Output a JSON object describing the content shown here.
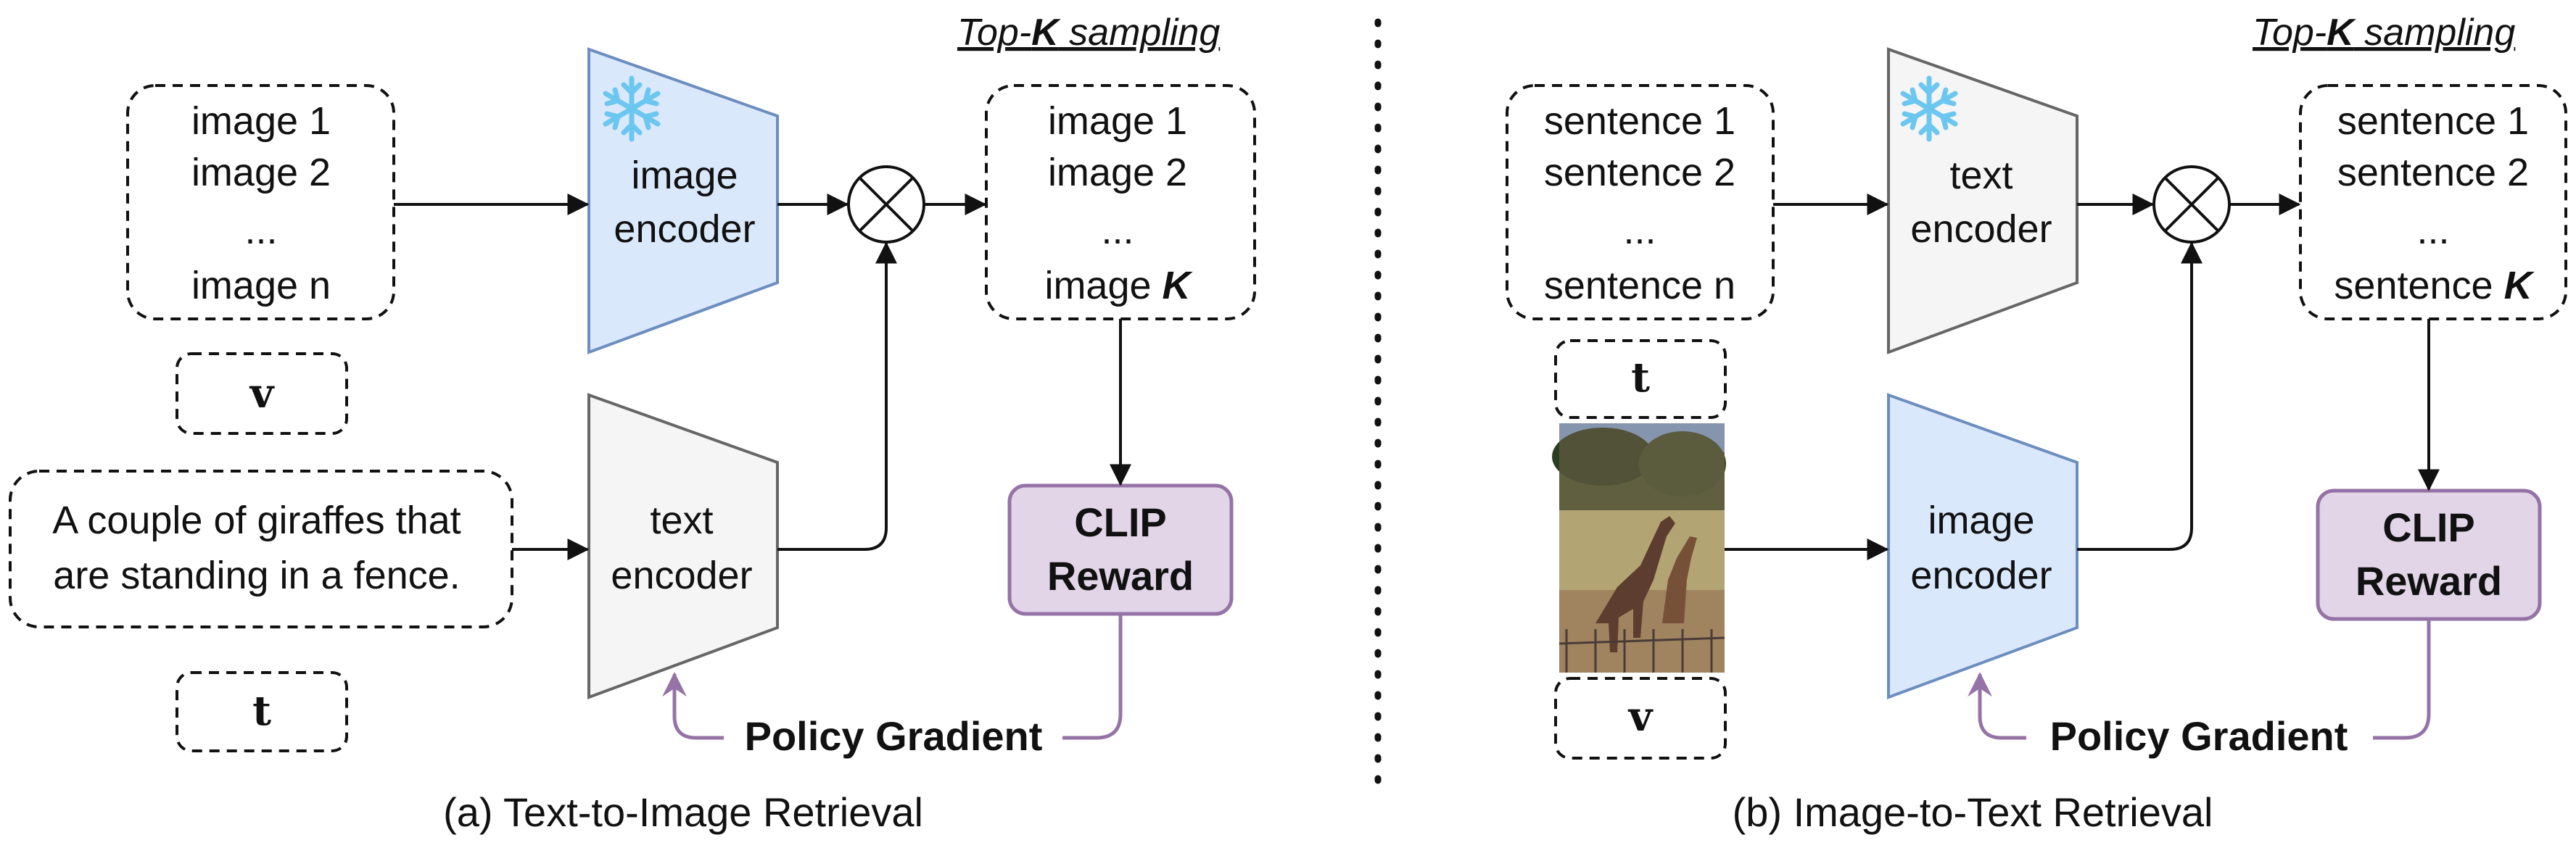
{
  "panel_a": {
    "caption": "(a) Text-to-Image Retrieval",
    "top_k_label": "Top-",
    "top_k_k": "K",
    "top_k_rest": " sampling",
    "candidates": [
      "image 1",
      "image 2",
      "...",
      "image n"
    ],
    "selected": [
      "image 1",
      "image 2",
      "...",
      "image "
    ],
    "selected_k": "K",
    "v_var": "v",
    "t_var": "t",
    "frozen_encoder": [
      "image",
      "encoder"
    ],
    "query_encoder": [
      "text",
      "encoder"
    ],
    "query_text": [
      "A couple of giraffes that",
      "are standing in a fence."
    ],
    "reward": [
      "CLIP",
      "Reward"
    ],
    "policy_gradient": "Policy Gradient"
  },
  "panel_b": {
    "caption": "(b) Image-to-Text Retrieval",
    "top_k_label": "Top-",
    "top_k_k": "K",
    "top_k_rest": " sampling",
    "candidates": [
      "sentence 1",
      "sentence 2",
      "...",
      "sentence n"
    ],
    "selected": [
      "sentence 1",
      "sentence 2",
      "...",
      "sentence "
    ],
    "selected_k": "K",
    "t_var": "t",
    "v_var": "v",
    "frozen_encoder": [
      "text",
      "encoder"
    ],
    "query_encoder": [
      "image",
      "encoder"
    ],
    "reward": [
      "CLIP",
      "Reward"
    ],
    "policy_gradient": "Policy Gradient"
  },
  "colors": {
    "image_encoder_fill": "#dae8fc",
    "image_encoder_stroke": "#6c8ebf",
    "text_encoder_fill": "#f5f5f5",
    "text_encoder_stroke": "#666666",
    "reward_fill": "#e1d5e7",
    "reward_stroke": "#9673a6",
    "snowflake": "#6cc7f0"
  },
  "icons": {
    "frozen": "snowflake-icon",
    "multiply": "circled-times-icon",
    "photo": "giraffe-photo"
  }
}
